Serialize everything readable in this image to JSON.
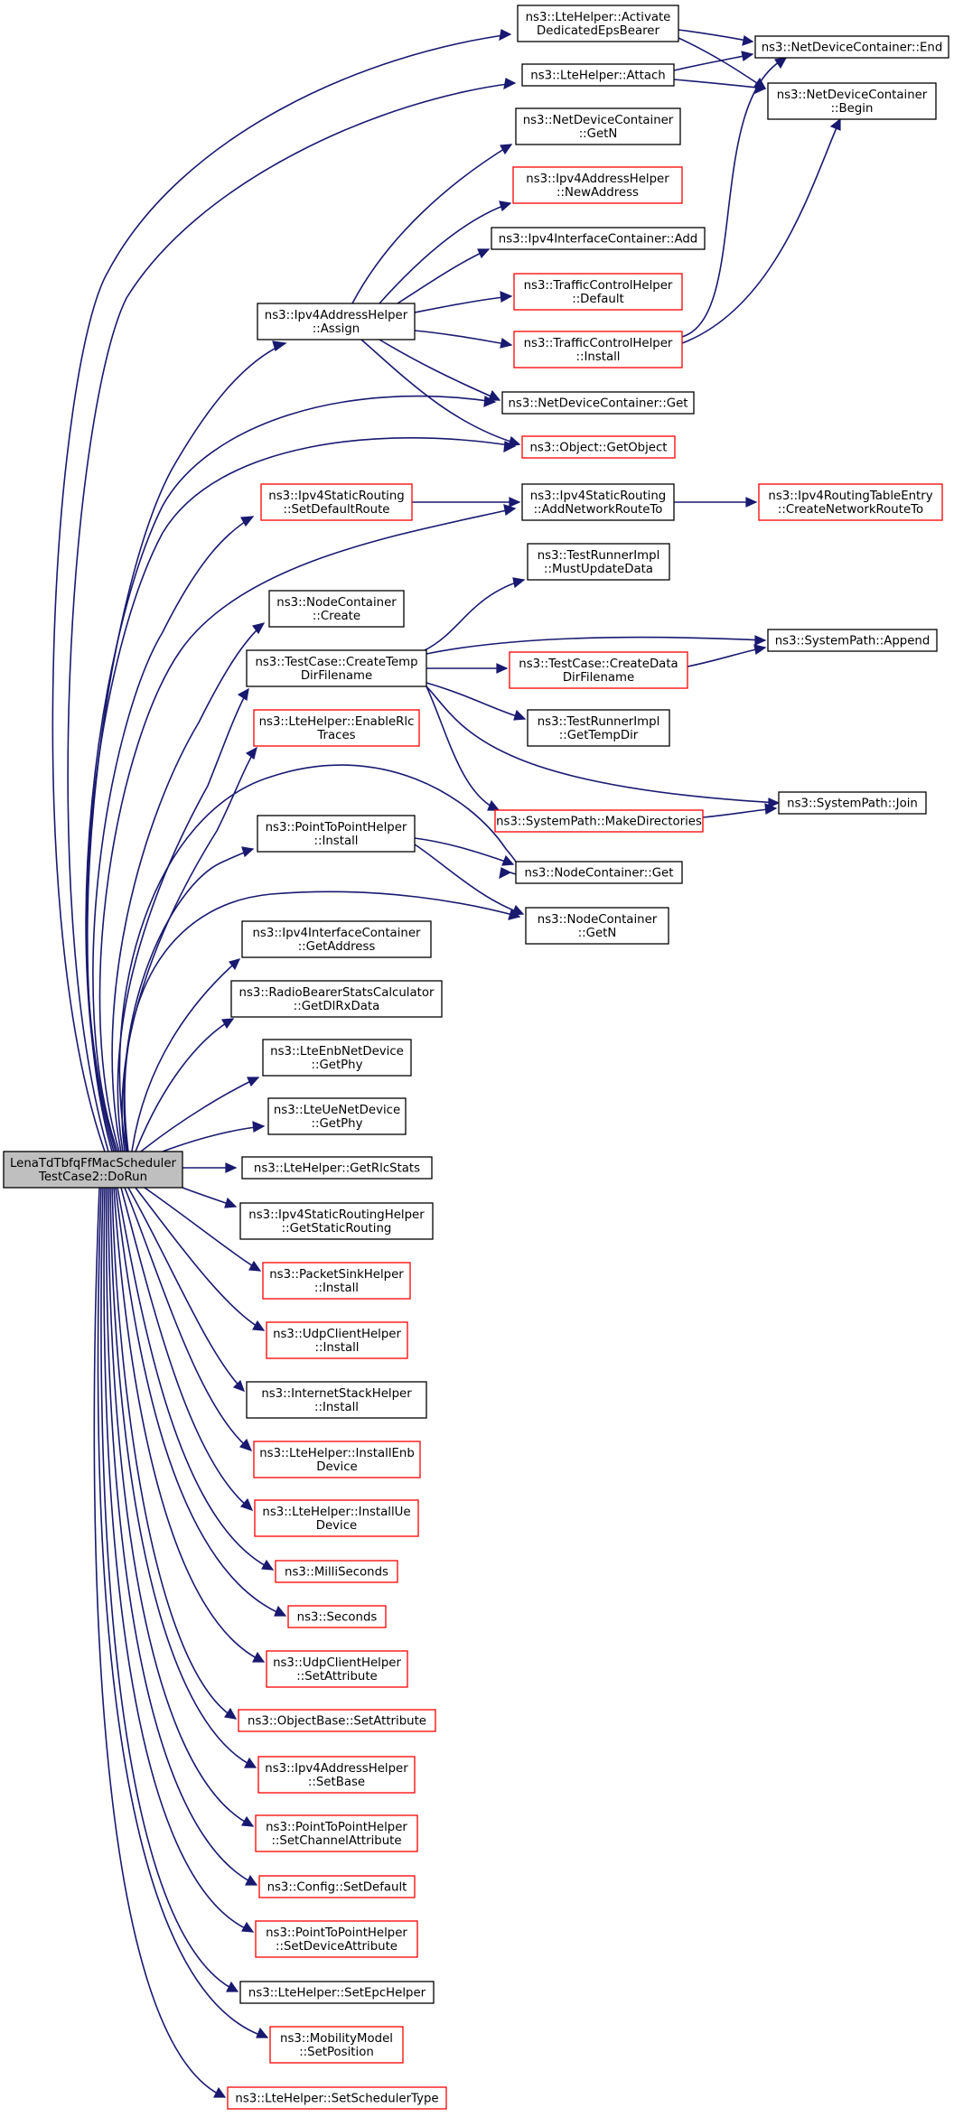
{
  "colors": {
    "edge": "#191970",
    "border_normal": "#000000",
    "border_truncated": "#ff0000",
    "root_fill": "#bfbfbf",
    "node_fill": "#ffffff"
  },
  "nodes": {
    "root": {
      "lines": [
        "LenaTdTbfqFfMacScheduler",
        "TestCase2::DoRun"
      ],
      "style": "root"
    },
    "lte_activate": {
      "lines": [
        "ns3::LteHelper::Activate",
        "DedicatedEpsBearer"
      ],
      "style": "normal"
    },
    "ndc_end": {
      "lines": [
        "ns3::NetDeviceContainer::End"
      ],
      "style": "normal"
    },
    "lte_attach": {
      "lines": [
        "ns3::LteHelper::Attach"
      ],
      "style": "normal"
    },
    "ndc_begin": {
      "lines": [
        "ns3::NetDeviceContainer",
        "::Begin"
      ],
      "style": "normal"
    },
    "ndc_getn": {
      "lines": [
        "ns3::NetDeviceContainer",
        "::GetN"
      ],
      "style": "normal"
    },
    "ipv4addr_newaddress": {
      "lines": [
        "ns3::Ipv4AddressHelper",
        "::NewAddress"
      ],
      "style": "truncated"
    },
    "ipv4ic_add": {
      "lines": [
        "ns3::Ipv4InterfaceContainer::Add"
      ],
      "style": "normal"
    },
    "tch_default": {
      "lines": [
        "ns3::TrafficControlHelper",
        "::Default"
      ],
      "style": "truncated"
    },
    "ipv4addr_assign": {
      "lines": [
        "ns3::Ipv4AddressHelper",
        "::Assign"
      ],
      "style": "normal"
    },
    "tch_install": {
      "lines": [
        "ns3::TrafficControlHelper",
        "::Install"
      ],
      "style": "truncated"
    },
    "ndc_get": {
      "lines": [
        "ns3::NetDeviceContainer::Get"
      ],
      "style": "normal"
    },
    "object_getobject": {
      "lines": [
        "ns3::Object::GetObject"
      ],
      "style": "truncated"
    },
    "ipv4sr_setdefaultroute": {
      "lines": [
        "ns3::Ipv4StaticRouting",
        "::SetDefaultRoute"
      ],
      "style": "truncated"
    },
    "ipv4sr_addnetworkrouteto": {
      "lines": [
        "ns3::Ipv4StaticRouting",
        "::AddNetworkRouteTo"
      ],
      "style": "normal"
    },
    "ipv4rte_createnetworkrouteto": {
      "lines": [
        "ns3::Ipv4RoutingTableEntry",
        "::CreateNetworkRouteTo"
      ],
      "style": "truncated"
    },
    "tri_mustupdatedata": {
      "lines": [
        "ns3::TestRunnerImpl",
        "::MustUpdateData"
      ],
      "style": "normal"
    },
    "nc_create": {
      "lines": [
        "ns3::NodeContainer",
        "::Create"
      ],
      "style": "normal"
    },
    "tc_createtempdirfilename": {
      "lines": [
        "ns3::TestCase::CreateTemp",
        "DirFilename"
      ],
      "style": "normal"
    },
    "sp_append": {
      "lines": [
        "ns3::SystemPath::Append"
      ],
      "style": "normal"
    },
    "tc_createdatadirfilename": {
      "lines": [
        "ns3::TestCase::CreateData",
        "DirFilename"
      ],
      "style": "truncated"
    },
    "lte_enablerlctraces": {
      "lines": [
        "ns3::LteHelper::EnableRlc",
        "Traces"
      ],
      "style": "truncated"
    },
    "tri_gettempdir": {
      "lines": [
        "ns3::TestRunnerImpl",
        "::GetTempDir"
      ],
      "style": "normal"
    },
    "sp_join": {
      "lines": [
        "ns3::SystemPath::Join"
      ],
      "style": "normal"
    },
    "sp_makedirectories": {
      "lines": [
        "ns3::SystemPath::MakeDirectories"
      ],
      "style": "truncated"
    },
    "p2p_install": {
      "lines": [
        "ns3::PointToPointHelper",
        "::Install"
      ],
      "style": "normal"
    },
    "nc_get": {
      "lines": [
        "ns3::NodeContainer::Get"
      ],
      "style": "normal"
    },
    "nc_getn": {
      "lines": [
        "ns3::NodeContainer",
        "::GetN"
      ],
      "style": "normal"
    },
    "ipv4ic_getaddress": {
      "lines": [
        "ns3::Ipv4InterfaceContainer",
        "::GetAddress"
      ],
      "style": "normal"
    },
    "rbsc_getdlrxdata": {
      "lines": [
        "ns3::RadioBearerStatsCalculator",
        "::GetDlRxData"
      ],
      "style": "normal"
    },
    "enb_getphy": {
      "lines": [
        "ns3::LteEnbNetDevice",
        "::GetPhy"
      ],
      "style": "normal"
    },
    "ue_getphy": {
      "lines": [
        "ns3::LteUeNetDevice",
        "::GetPhy"
      ],
      "style": "normal"
    },
    "lte_getrlcstats": {
      "lines": [
        "ns3::LteHelper::GetRlcStats"
      ],
      "style": "normal"
    },
    "ipv4srh_getstaticrouting": {
      "lines": [
        "ns3::Ipv4StaticRoutingHelper",
        "::GetStaticRouting"
      ],
      "style": "normal"
    },
    "psh_install": {
      "lines": [
        "ns3::PacketSinkHelper",
        "::Install"
      ],
      "style": "truncated"
    },
    "uch_install": {
      "lines": [
        "ns3::UdpClientHelper",
        "::Install"
      ],
      "style": "truncated"
    },
    "ish_install": {
      "lines": [
        "ns3::InternetStackHelper",
        "::Install"
      ],
      "style": "normal"
    },
    "lte_installenbdevice": {
      "lines": [
        "ns3::LteHelper::InstallEnb",
        "Device"
      ],
      "style": "truncated"
    },
    "lte_installuedevice": {
      "lines": [
        "ns3::LteHelper::InstallUe",
        "Device"
      ],
      "style": "truncated"
    },
    "milliseconds": {
      "lines": [
        "ns3::MilliSeconds"
      ],
      "style": "truncated"
    },
    "seconds": {
      "lines": [
        "ns3::Seconds"
      ],
      "style": "truncated"
    },
    "uch_setattribute": {
      "lines": [
        "ns3::UdpClientHelper",
        "::SetAttribute"
      ],
      "style": "truncated"
    },
    "ob_setattribute": {
      "lines": [
        "ns3::ObjectBase::SetAttribute"
      ],
      "style": "truncated"
    },
    "ipv4addr_setbase": {
      "lines": [
        "ns3::Ipv4AddressHelper",
        "::SetBase"
      ],
      "style": "truncated"
    },
    "p2p_setchannelattribute": {
      "lines": [
        "ns3::PointToPointHelper",
        "::SetChannelAttribute"
      ],
      "style": "truncated"
    },
    "config_setdefault": {
      "lines": [
        "ns3::Config::SetDefault"
      ],
      "style": "truncated"
    },
    "p2p_setdeviceattribute": {
      "lines": [
        "ns3::PointToPointHelper",
        "::SetDeviceAttribute"
      ],
      "style": "truncated"
    },
    "lte_setepchelper": {
      "lines": [
        "ns3::LteHelper::SetEpcHelper"
      ],
      "style": "normal"
    },
    "mm_setposition": {
      "lines": [
        "ns3::MobilityModel",
        "::SetPosition"
      ],
      "style": "truncated"
    },
    "lte_setschedulertype": {
      "lines": [
        "ns3::LteHelper::SetSchedulerType"
      ],
      "style": "truncated"
    }
  }
}
